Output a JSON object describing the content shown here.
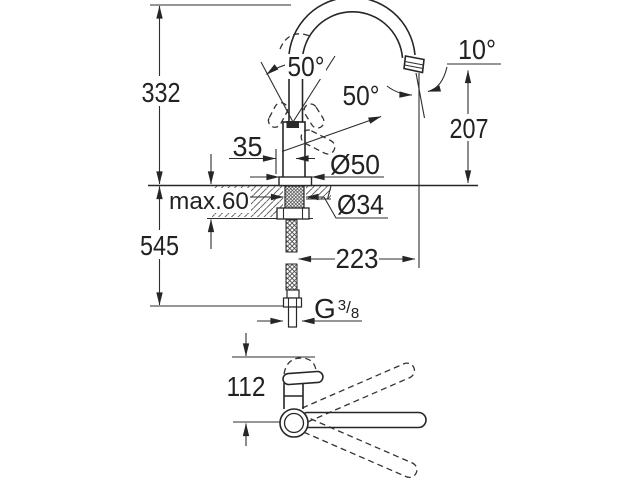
{
  "title": "kitchen faucet dimensional drawing",
  "colors": {
    "line": "#262626",
    "dim": "#2e2e2e",
    "bg": "#ffffff"
  },
  "labels": {
    "overall_height": "332",
    "below_depth": "545",
    "max_thickness": "max.60",
    "body_dia": "Ø50",
    "hole_dia": "Ø34",
    "lever_offset": "35",
    "swing_angle": "50°",
    "lift_angle": "50°",
    "tilt_angle": "10°",
    "spout_height": "207",
    "spout_reach": "223",
    "front_depth": "112",
    "thread_g": "G",
    "thread_num": "3",
    "thread_slash": "/",
    "thread_den": "8"
  }
}
